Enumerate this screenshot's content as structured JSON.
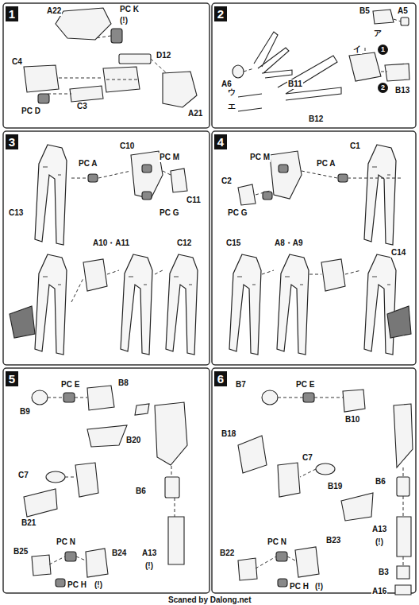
{
  "diagram": {
    "labels": [
      "1",
      "A22",
      "PC K",
      "(!)",
      "D12",
      "A21",
      "C4",
      "C3",
      "PC D",
      "2",
      "A6",
      "B11",
      "B5",
      "A5",
      "ア",
      "イ",
      "ウ",
      "エ",
      "1",
      "2",
      "B13",
      "B12",
      "3",
      "C13",
      "PC A",
      "C10",
      "PC M",
      "C11",
      "PC G",
      "A10・A11",
      "C12",
      "4",
      "C1",
      "C2",
      "PC M",
      "PC G",
      "PC A",
      "C14",
      "A8・A9",
      "C15",
      "5",
      "B8",
      "PC E",
      "B9",
      "B20",
      "C7",
      "B21",
      "B25",
      "PC N",
      "B24",
      "PC H",
      "(!)",
      "B6",
      "A13",
      "(!)",
      "6",
      "B7",
      "PC E",
      "B10",
      "B18",
      "C7",
      "B19",
      "B22",
      "PC N",
      "B23",
      "PC H",
      "(!)",
      "B6",
      "A13",
      "(!)",
      "B3",
      "A16",
      "Scaned by Dalong.net"
    ]
  }
}
